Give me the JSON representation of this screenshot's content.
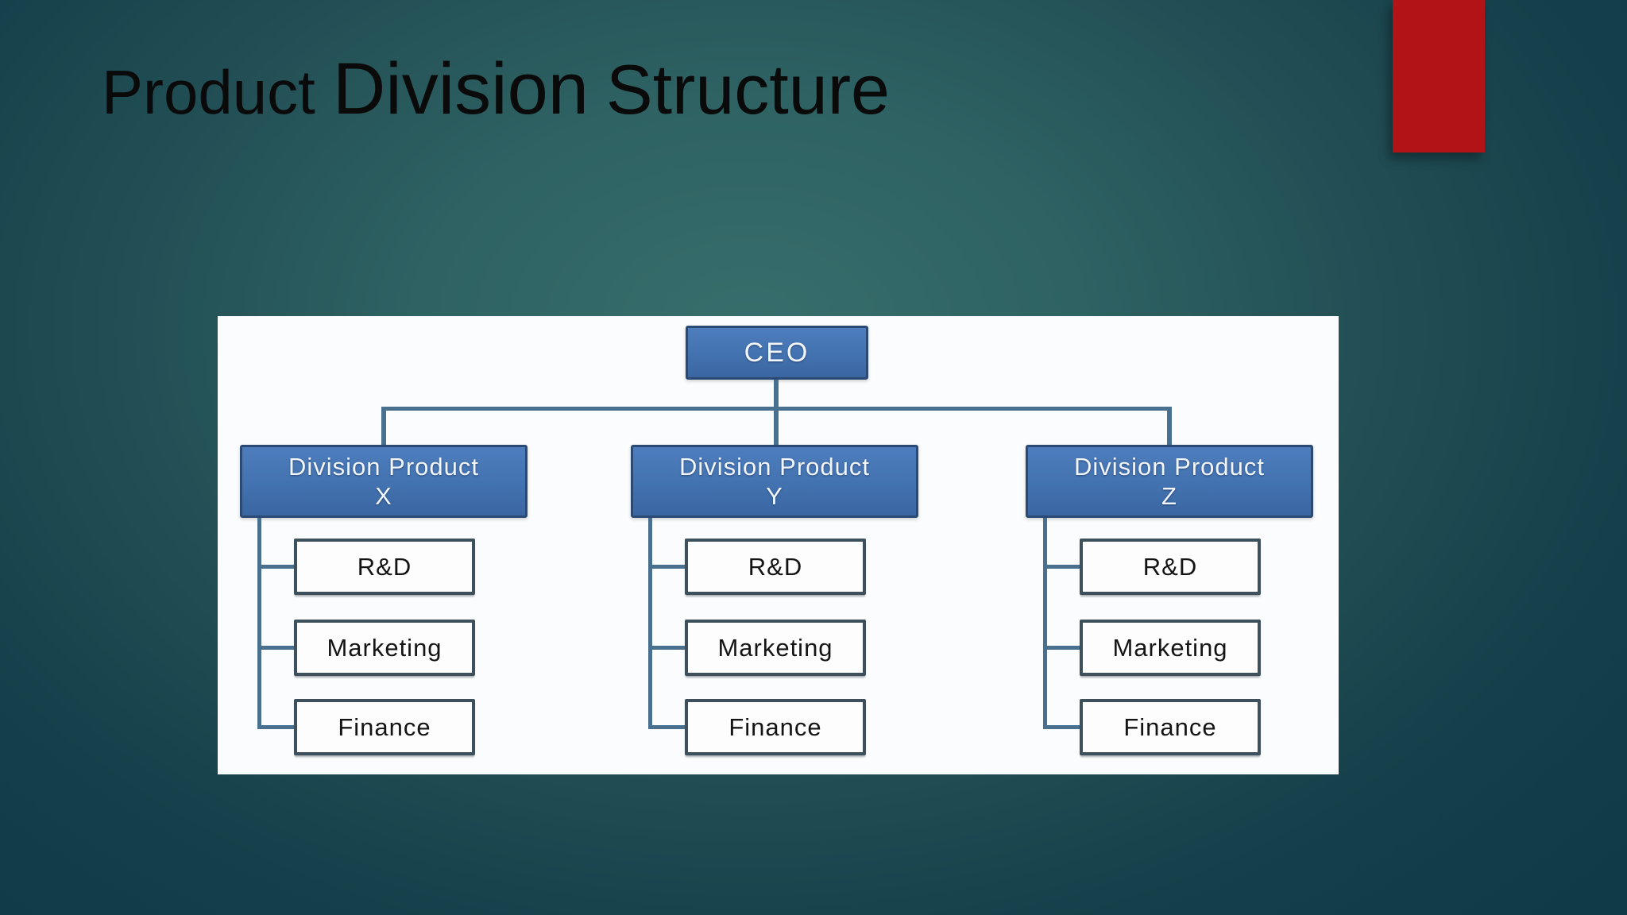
{
  "slide": {
    "title": {
      "part1": "Product",
      "part2": "Division",
      "part3": "Structure"
    }
  },
  "org_chart": {
    "ceo": {
      "label": "CEO"
    },
    "divisions": [
      {
        "line1": "Division Product",
        "line2": "X",
        "departments": [
          "R&D",
          "Marketing",
          "Finance"
        ]
      },
      {
        "line1": "Division Product",
        "line2": "Y",
        "departments": [
          "R&D",
          "Marketing",
          "Finance"
        ]
      },
      {
        "line1": "Division Product",
        "line2": "Z",
        "departments": [
          "R&D",
          "Marketing",
          "Finance"
        ]
      }
    ]
  },
  "colors": {
    "background_center": "#376e6c",
    "background_edge": "#0f3a46",
    "title_color": "#0a0a0a",
    "accent_red": "#b21316",
    "panel_white": "#fbfcfd",
    "node_blue_fill": "#4372b0",
    "node_blue_border": "#2a4a74",
    "node_text": "#f2f6fb",
    "dept_fill": "#fdfdfd",
    "dept_border": "#3e505c",
    "dept_text": "#141414",
    "connector": "#4a7090"
  }
}
